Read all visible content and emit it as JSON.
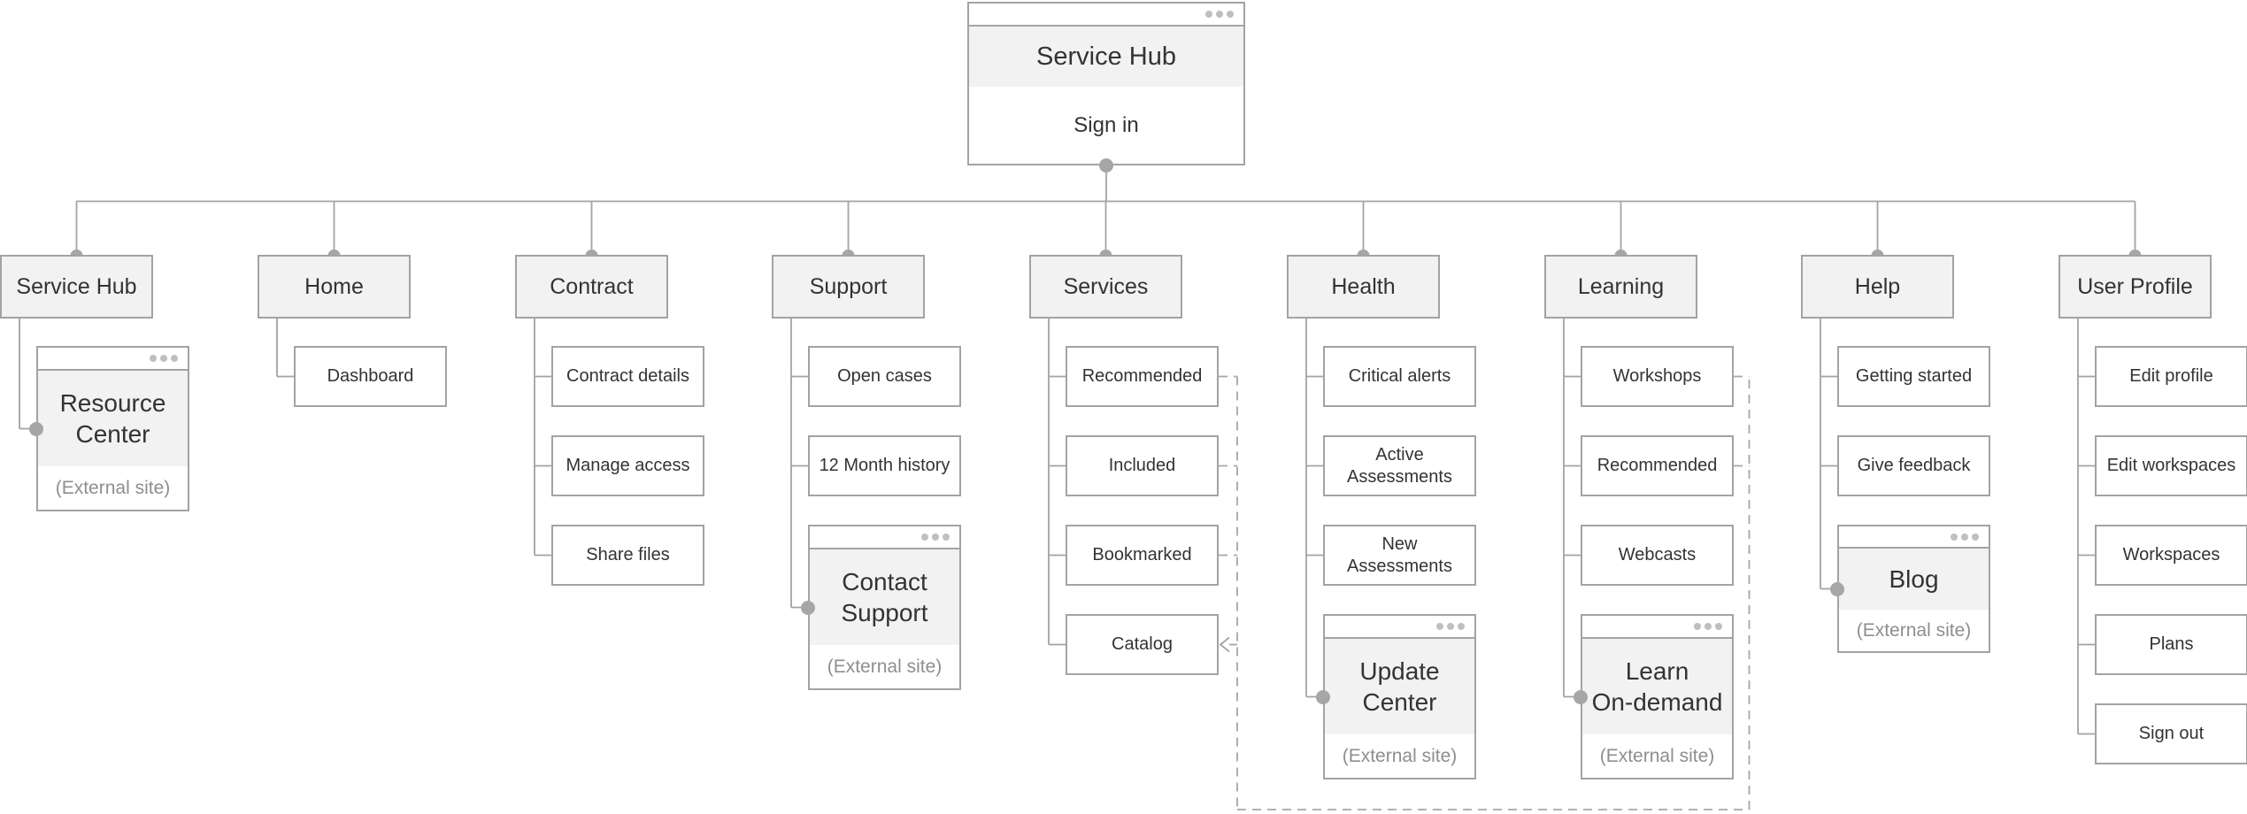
{
  "root": {
    "title": "Service Hub",
    "item": "Sign in"
  },
  "external_note": "(External site)",
  "columns": [
    {
      "label": "Service Hub",
      "children": [
        {
          "label": "Resource\nCenter",
          "type": "external",
          "size": "tall",
          "row": 0,
          "note": "(External site)"
        }
      ]
    },
    {
      "label": "Home",
      "children": [
        {
          "label": "Dashboard",
          "type": "page",
          "row": 0
        }
      ]
    },
    {
      "label": "Contract",
      "children": [
        {
          "label": "Contract details",
          "type": "page",
          "row": 0
        },
        {
          "label": "Manage access",
          "type": "page",
          "row": 1
        },
        {
          "label": "Share files",
          "type": "page",
          "row": 2
        }
      ]
    },
    {
      "label": "Support",
      "children": [
        {
          "label": "Open cases",
          "type": "page",
          "row": 0
        },
        {
          "label": "12 Month history",
          "type": "page",
          "row": 1
        },
        {
          "label": "Contact\nSupport",
          "type": "external",
          "size": "tall",
          "row": 2,
          "note": "(External site)"
        }
      ]
    },
    {
      "label": "Services",
      "children": [
        {
          "label": "Recommended",
          "type": "page",
          "row": 0,
          "dash": "out"
        },
        {
          "label": "Included",
          "type": "page",
          "row": 1,
          "dash": "out"
        },
        {
          "label": "Bookmarked",
          "type": "page",
          "row": 2,
          "dash": "out"
        },
        {
          "label": "Catalog",
          "type": "page",
          "row": 3,
          "dash": "arrow-in"
        }
      ]
    },
    {
      "label": "Health",
      "children": [
        {
          "label": "Critical alerts",
          "type": "page",
          "row": 0
        },
        {
          "label": "Active\nAssessments",
          "type": "page",
          "row": 1
        },
        {
          "label": "New\nAssessments",
          "type": "page",
          "row": 2
        },
        {
          "label": "Update\nCenter",
          "type": "external",
          "size": "tall",
          "row": 3,
          "note": "(External site)"
        }
      ]
    },
    {
      "label": "Learning",
      "children": [
        {
          "label": "Workshops",
          "type": "page",
          "row": 0,
          "dash": "out-right"
        },
        {
          "label": "Recommended",
          "type": "page",
          "row": 1,
          "dash": "out-right"
        },
        {
          "label": "Webcasts",
          "type": "page",
          "row": 2
        },
        {
          "label": "Learn\nOn-demand",
          "type": "external",
          "size": "tall",
          "row": 3,
          "note": "(External site)"
        }
      ]
    },
    {
      "label": "Help",
      "children": [
        {
          "label": "Getting started",
          "type": "page",
          "row": 0
        },
        {
          "label": "Give feedback",
          "type": "page",
          "row": 1
        },
        {
          "label": "Blog",
          "type": "external",
          "size": "short",
          "row": 2,
          "note": "(External site)"
        }
      ]
    },
    {
      "label": "User Profile",
      "children": [
        {
          "label": "Edit profile",
          "type": "page",
          "row": 0
        },
        {
          "label": "Edit workspaces",
          "type": "page",
          "row": 1
        },
        {
          "label": "Workspaces",
          "type": "page",
          "row": 2
        },
        {
          "label": "Plans",
          "type": "page",
          "row": 3
        },
        {
          "label": "Sign out",
          "type": "page",
          "row": 4
        }
      ]
    }
  ],
  "colors": {
    "line": "#a3a3a3",
    "dashed_line": "#a6a6a6",
    "node_fill": "#f2f2f2",
    "page_fill": "#ffffff",
    "text": "#333333",
    "muted_text": "#8e8e8e",
    "connector_dot": "#a6a6a6",
    "window_dot": "#bfbfbf"
  }
}
